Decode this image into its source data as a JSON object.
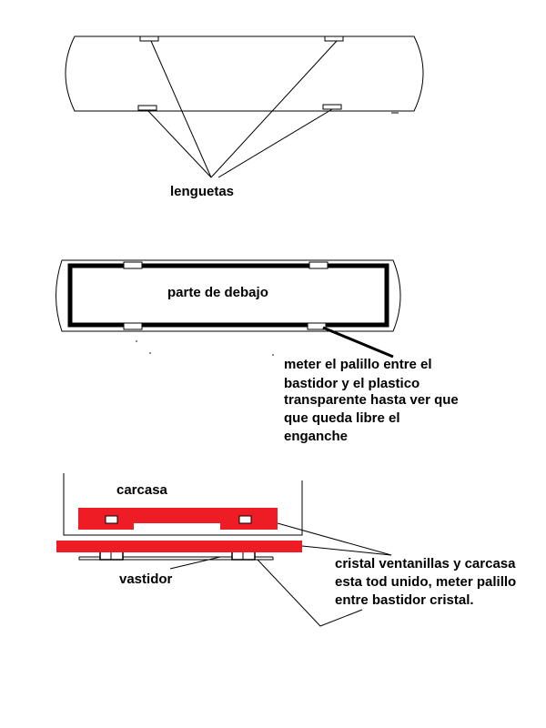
{
  "labels": {
    "tabs": "lenguetas",
    "underside": "parte de debajo",
    "instruction_lines": [
      "meter el palillo entre el",
      "bastidor y el plastico",
      "transparente hasta ver que",
      "que queda libre el",
      "enganche"
    ],
    "shell": "carcasa",
    "chassis": "vastidor",
    "glass_lines": [
      "cristal ventanillas y carcasa",
      "esta tod unido, meter palillo",
      "entre bastidor cristal."
    ]
  },
  "colors": {
    "line": "#000000",
    "part_red": "#ee1c24",
    "background": "#ffffff"
  }
}
